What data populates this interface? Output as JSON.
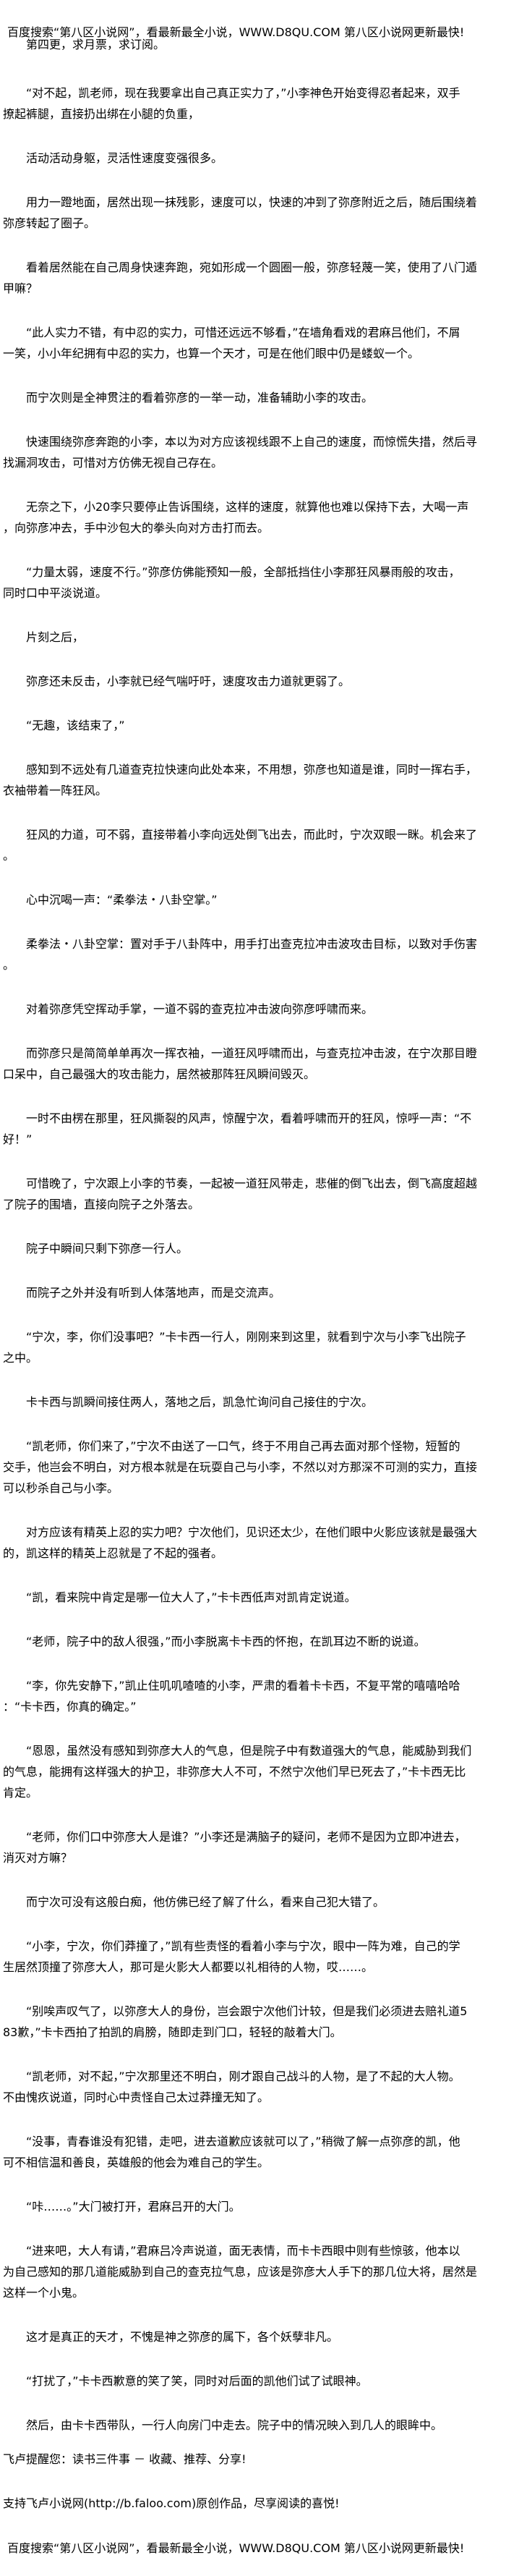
{
  "header": {
    "text": "百度搜索“第八区小说网”，看最新最全小说，WWW.D8QU.COM  第八区小说网更新最快!"
  },
  "chapter_note": "第四更，求月票，求订阅。",
  "paragraphs": [
    [
      "“对不起，凯老师，现在我要拿出自己真正实力了，”小李神色开始变得忍者起来，双手",
      "撩起裤腿，直接扔出绑在小腿的负重，"
    ],
    [
      "活动活动身躯，灵活性速度变强很多。"
    ],
    [
      "用力一蹬地面，居然出现一抹残影，速度可以，快速的冲到了弥彦附近之后，随后围绕着",
      "弥彦转起了圈子。"
    ],
    [
      "看着居然能在自己周身快速奔跑，宛如形成一个圆圈一般，弥彦轻蔑一笑，使用了八门遁",
      "甲嘛？"
    ],
    [
      "“此人实力不错，有中忍的实力，可惜还远远不够看，”在墙角看戏的君麻吕他们，不屑",
      "一笑，小小年纪拥有中忍的实力，也算一个天才，可是在他们眼中仍是蝼蚁一个。"
    ],
    [
      "而宁次则是全神贯注的看着弥彦的一举一动，准备辅助小李的攻击。"
    ],
    [
      "快速围绕弥彦奔跑的小李，本以为对方应该视线跟不上自己的速度，而惊慌失措，然后寻",
      "找漏洞攻击，可惜对方仿佛无视自己存在。"
    ],
    [
      "无奈之下，小20李只要停止告诉围绕，这样的速度，就算他也难以保持下去，大喝一声",
      "，向弥彦冲去，手中沙包大的拳头向对方击打而去。"
    ],
    [
      "“力量太弱，速度不行。”弥彦仿佛能预知一般，全部抵挡住小李那狂风暴雨般的攻击，",
      "同时口中平淡说道。"
    ],
    [
      "片刻之后，"
    ],
    [
      "弥彦还未反击，小李就已经气喘吁吁，速度攻击力道就更弱了。"
    ],
    [
      "“无趣，该结束了，”"
    ],
    [
      "感知到不远处有几道查克拉快速向此处本来，不用想，弥彦也知道是谁，同时一挥右手，",
      "衣袖带着一阵狂风。"
    ],
    [
      "狂风的力道，可不弱，直接带着小李向远处倒飞出去，而此时，宁次双眼一眯。机会来了",
      "。"
    ],
    [
      "心中沉喝一声：“柔拳法・八卦空掌。”"
    ],
    [
      "柔拳法・八卦空掌：置对手于八卦阵中，用手打出查克拉冲击波攻击目标，以致对手伤害",
      "。"
    ],
    [
      "对着弥彦凭空挥动手掌，一道不弱的查克拉冲击波向弥彦呼啸而来。"
    ],
    [
      "而弥彦只是简简单单再次一挥衣袖，一道狂风呼啸而出，与查克拉冲击波，在宁次那目瞪",
      "口呆中，自己最强大的攻击能力，居然被那阵狂风瞬间毁灭。"
    ],
    [
      "一时不由楞在那里，狂风撕裂的风声，惊醒宁次，看着呼啸而开的狂风，惊呼一声：“不",
      "好！”"
    ],
    [
      "可惜晚了，宁次跟上小李的节奏，一起被一道狂风带走，悲催的倒飞出去，倒飞高度超越",
      "了院子的围墙，直接向院子之外落去。"
    ],
    [
      "院子中瞬间只剩下弥彦一行人。"
    ],
    [
      "而院子之外并没有听到人体落地声，而是交流声。"
    ],
    [
      "“宁次，李，你们没事吧？”卡卡西一行人，刚刚来到这里，就看到宁次与小李飞出院子",
      "之中。"
    ],
    [
      "卡卡西与凯瞬间接住两人，落地之后，凯急忙询问自己接住的宁次。"
    ],
    [
      "“凯老师，你们来了，”宁次不由送了一口气，终于不用自己再去面对那个怪物，短暂的",
      "交手，他岂会不明白，对方根本就是在玩耍自己与小李，不然以对方那深不可测的实力，直接",
      "可以秒杀自己与小李。"
    ],
    [
      "对方应该有精英上忍的实力吧？宁次他们，见识还太少，在他们眼中火影应该就是最强大",
      "的，凯这样的精英上忍就是了不起的强者。"
    ],
    [
      "“凯，看来院中肯定是哪一位大人了，”卡卡西低声对凯肯定说道。"
    ],
    [
      "“老师，院子中的敌人很强，”而小李脱离卡卡西的怀抱，在凯耳边不断的说道。"
    ],
    [
      "“李，你先安静下，”凯止住叽叽喳喳的小李，严肃的看着卡卡西，不复平常的嘻嘻哈哈",
      "：“卡卡西，你真的确定。”"
    ],
    [
      "“恩恩，虽然没有感知到弥彦大人的气息，但是院子中有数道强大的气息，能威胁到我们",
      "的气息，能拥有这样强大的护卫，非弥彦大人不可，不然宁次他们早已死去了，”卡卡西无比",
      "肯定。"
    ],
    [
      "“老师，你们口中弥彦大人是谁？”小李还是满脑子的疑问，老师不是因为立即冲进去，",
      "消灭对方嘛？"
    ],
    [
      "而宁次可没有这般白痴，他仿佛已经了解了什么，看来自己犯大错了。"
    ],
    [
      "“小李，宁次，你们莽撞了，”凯有些责怪的看着小李与宁次，眼中一阵为难，自己的学",
      "生居然顶撞了弥彦大人，那可是火影大人都要以礼相待的人物，哎……。"
    ],
    [
      "“别唉声叹气了，以弥彦大人的身份，岂会跟宁次他们计较，但是我们必须进去赔礼道5",
      "83歉，”卡卡西拍了拍凯的肩膀，随即走到门口，轻轻的敲着大门。"
    ],
    [
      "“凯老师，对不起，”宁次那里还不明白，刚才跟自己战斗的人物，是了不起的大人物。",
      "不由愧疚说道，同时心中责怪自己太过莽撞无知了。"
    ],
    [
      "“没事，青春谁没有犯错，走吧，进去道歉应该就可以了，”稍微了解一点弥彦的凯，他",
      "可不相信温和善良，英雄般的他会为难自己的学生。"
    ],
    [
      "“咔……。”大门被打开，君麻吕开的大门。"
    ],
    [
      "“进来吧，大人有请，”君麻吕冷声说道，面无表情，而卡卡西眼中则有些惊骇，他本以",
      "为自己感知的那几道能威胁到自己的查克拉气息，应该是弥彦大人手下的那几位大将，居然是",
      "这样一个小鬼。"
    ],
    [
      "这才是真正的天才，不愧是神之弥彦的属下，各个妖孽非凡。"
    ],
    [
      "“打扰了，”卡卡西歉意的笑了笑，同时对后面的凯他们试了试眼神。"
    ],
    [
      "然后，由卡卡西带队，一行人向房门中走去。院子中的情况映入到几人的眼眸中。"
    ]
  ],
  "footer": {
    "tip": "飞卢提醒您：读书三件事 － 收藏、推荐、分享!",
    "support": "支持飞卢小说网(http://b.faloo.com)原创作品，尽享阅读的喜悦!",
    "baidu": "百度搜索“第八区小说网”，看最新最全小说，WWW.D8QU.COM  第八区小说网更新最快!"
  }
}
